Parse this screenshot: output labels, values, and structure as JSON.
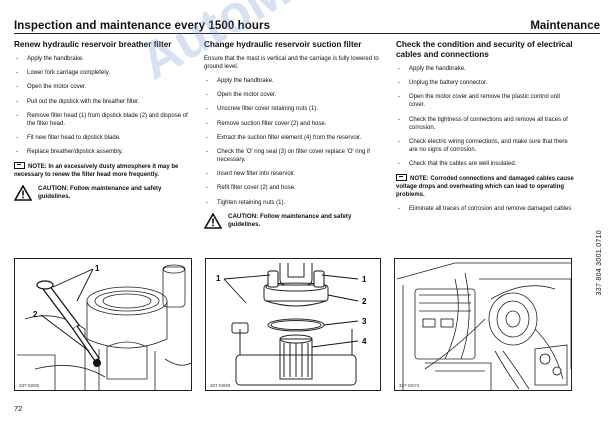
{
  "header": {
    "title": "Inspection and maintenance every 1500 hours",
    "section": "Maintenance"
  },
  "columns": [
    {
      "heading": "Renew hydraulic reservoir  breather filter",
      "items": [
        "Apply the handbrake.",
        "Lower fork carriage completely.",
        "Open the motor cover.",
        "Pull out the dipstick with the breather filter.",
        "Remove filter head (1) from dipstick blade (2) and dispose of the filter head.",
        "Fit new filter head to dipstick blade.",
        "Replace breather/dipstick assembly."
      ],
      "note": "NOTE: In an excessively dusty atmosphere it may be necessary to renew the filter head more frequently.",
      "caution": "CAUTION: Follow maintenance and safety guidelines."
    },
    {
      "heading": "Change hydraulic reservoir suction filter",
      "intro": "Ensure that the mast is vertical and the carriage is fully lowered to ground level.",
      "items": [
        "Apply the handbrake.",
        "Open the motor cover.",
        "Unscrew filter cover retaining nuts (1).",
        "Remove suction filter cover (2) and hose.",
        "Extract the suction filter element (4) from the reservoir.",
        "Check the 'O' ring seal (3) on filter cover replace 'O' ring if necessary.",
        "Insert new filter into reservoir.",
        "Refit filter cover (2) and hose.",
        "Tighten retaining nuts (1)."
      ],
      "caution": "CAUTION: Follow maintenance and safety guidelines."
    },
    {
      "heading": "Check the condition and security of electrical cables and connections",
      "items": [
        "Apply the handbrake.",
        "Unplug the battery connector.",
        "Open the motor cover and remove the plastic control unit cover.",
        "Check the tightness of connections and remove all traces of corrosion.",
        "Check electric wiring connections, and make sure that there are no signs of corrosion.",
        "Check that the cables are well insulated."
      ],
      "note": "NOTE: Corroded connections and damaged cables cause voltage drops and overheating which can lead to operating problems.",
      "items2": [
        "Eliminate all traces of corrosion and remove damaged cables"
      ]
    }
  ],
  "doc_code": "337 804 3001.0710",
  "figures": [
    {
      "code": "337-02/92",
      "callouts": [
        "1",
        "2"
      ]
    },
    {
      "code": "337-02/93",
      "callouts": [
        "1",
        "1",
        "2",
        "3",
        "4"
      ]
    },
    {
      "code": "337-02/74",
      "callouts": []
    }
  ],
  "watermark": "AutoManual",
  "page_number": "72"
}
